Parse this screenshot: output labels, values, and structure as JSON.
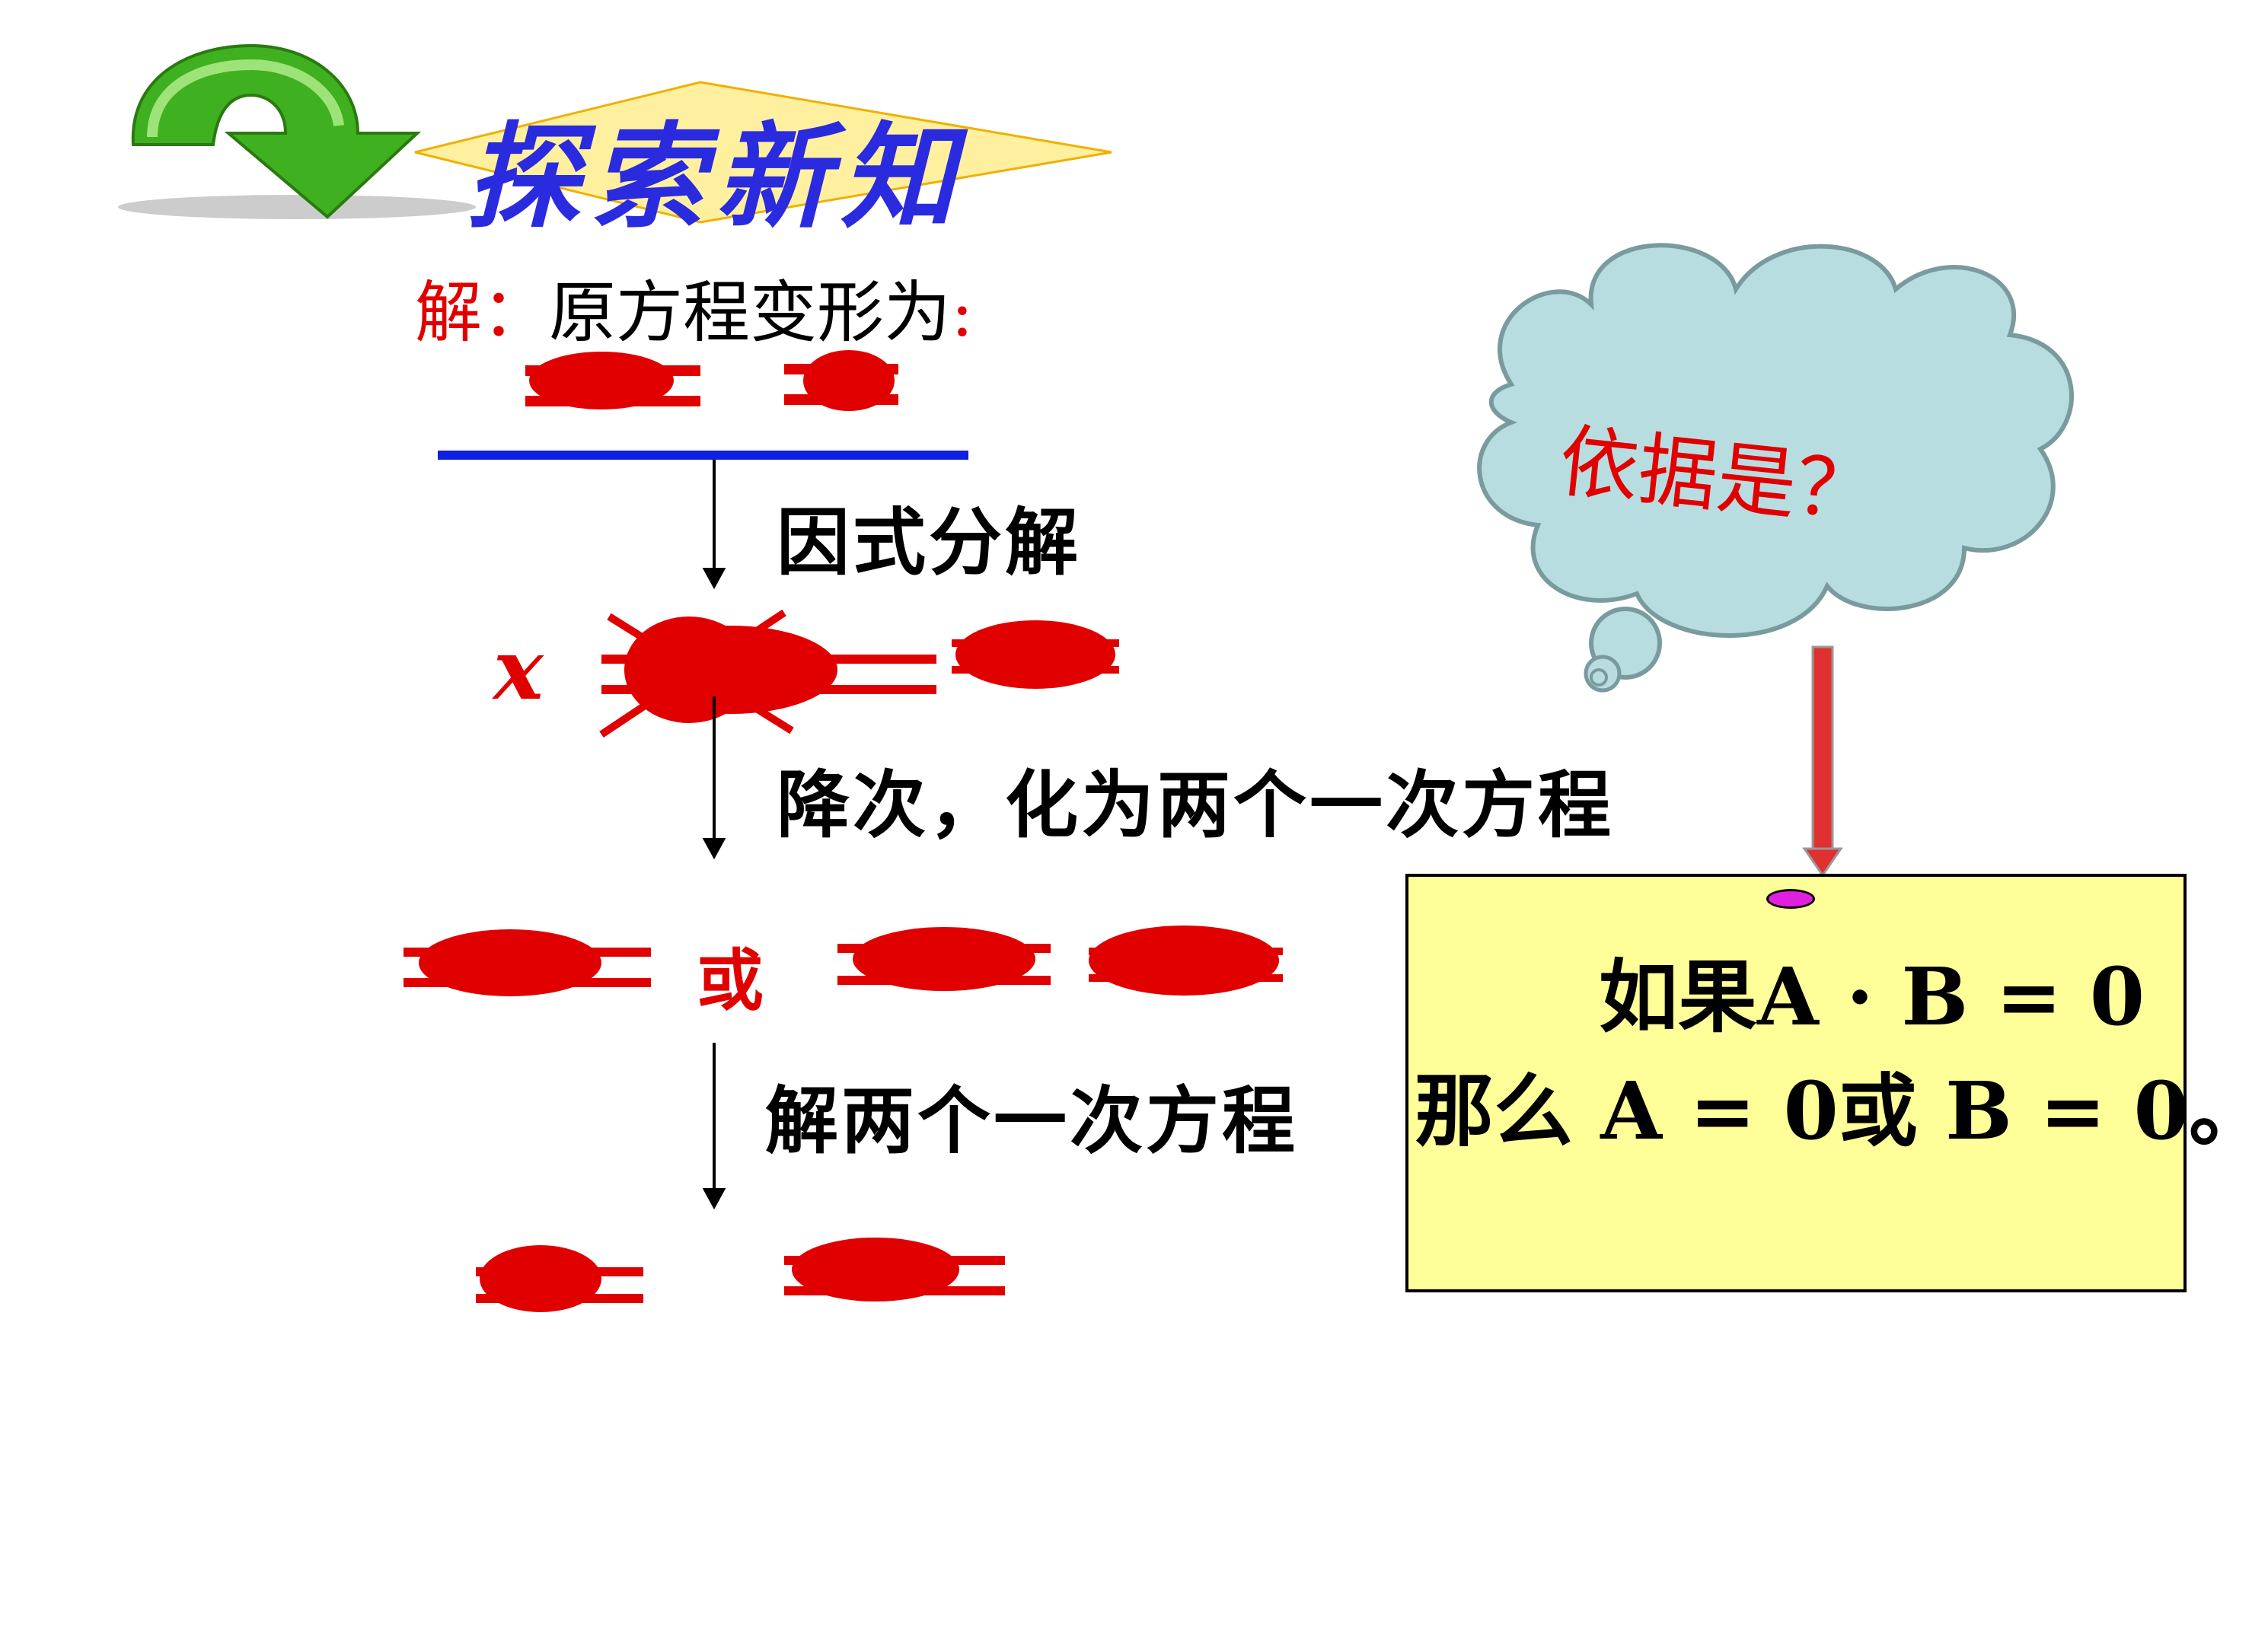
{
  "header": {
    "title": "探索新知"
  },
  "solution": {
    "label": "解",
    "colon": "：",
    "text": "原方程变形为",
    "colon_end": ":"
  },
  "steps": [
    {
      "text": "因式分解"
    },
    {
      "text": "降次，化为两个一次方程"
    },
    {
      "text": "解两个一次方程"
    }
  ],
  "or_word": "或",
  "equation_fragments": {
    "x_symbol": "x"
  },
  "cloud": {
    "text": "依据是？"
  },
  "note": {
    "line1": "如果A ·  B = 0",
    "line2": "那么 A = 0或 B = 0。"
  },
  "colors": {
    "accent_red": "#e00000",
    "title_blue": "#2a2adf",
    "rule_blue": "#1020e0",
    "arrow_green": "#3fb020",
    "diamond_yellow": "#fff0a0",
    "cloud_fill": "#b8dde0",
    "note_fill": "#ffff99"
  }
}
